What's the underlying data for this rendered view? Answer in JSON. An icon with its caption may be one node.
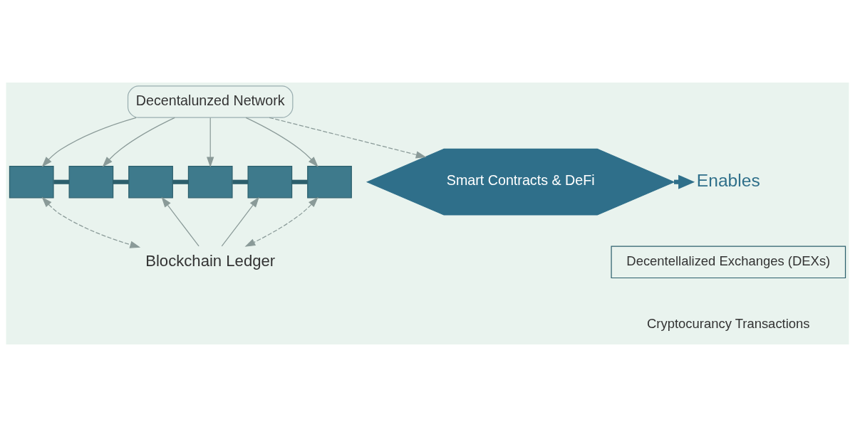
{
  "diagram": {
    "nodes": [
      {
        "text": [
          "Decentalunzed Network"
        ]
      },
      {
        "text": [],
        "shape": "box"
      },
      {
        "text": [],
        "shape": "box"
      },
      {
        "text": [],
        "shape": "box"
      },
      {
        "text": [],
        "shape": "box"
      },
      {
        "text": [],
        "shape": "box"
      },
      {
        "text": [],
        "shape": "box"
      },
      {
        "text": [
          "Blockchain Ledger"
        ]
      },
      {
        "text": [
          "Smart Contracts & DeFi"
        ]
      },
      {
        "text": [
          "Enables"
        ]
      },
      {
        "text": [
          "Decentellalized Exchanges (DEXs)"
        ]
      },
      {
        "text": [
          "Cryptocurancy Transactions"
        ]
      }
    ],
    "edges": [
      {
        "from": 0,
        "to": 1,
        "arrow": "to"
      },
      {
        "from": 0,
        "to": 6,
        "arrow": "to"
      },
      {
        "from": 0,
        "to": 2,
        "arrow": "to"
      },
      {
        "from": 0,
        "to": 4,
        "arrow": "to"
      },
      {
        "from": 1,
        "to": 2,
        "arrow": "none",
        "style": "thick",
        "color": "#2c5f6c"
      },
      {
        "from": 2,
        "to": 3,
        "arrow": "none",
        "style": "thick",
        "color": "#2c5f6c"
      },
      {
        "from": 3,
        "to": 4,
        "arrow": "none",
        "style": "thick",
        "color": "#2c5f6c"
      },
      {
        "from": 4,
        "to": 5,
        "arrow": "none",
        "style": "thick",
        "color": "#2c5f6c"
      },
      {
        "from": 5,
        "to": 6,
        "arrow": "none",
        "style": "thick",
        "color": "#2c5f6c"
      },
      {
        "from": 7,
        "to": 3,
        "arrow": "to"
      },
      {
        "from": 7,
        "to": 5,
        "arrow": "to"
      },
      {
        "from": 1,
        "to": 7,
        "arrow": "both",
        "style": "dashed"
      },
      {
        "from": 6,
        "to": 7,
        "arrow": "both",
        "style": "dashed"
      },
      {
        "from": 0,
        "to": 8,
        "arrow": "to",
        "style": "dashed"
      },
      {
        "from": 8,
        "to": 9,
        "arrow": "to",
        "style": "thick",
        "color": "#2f6f8a"
      }
    ]
  }
}
